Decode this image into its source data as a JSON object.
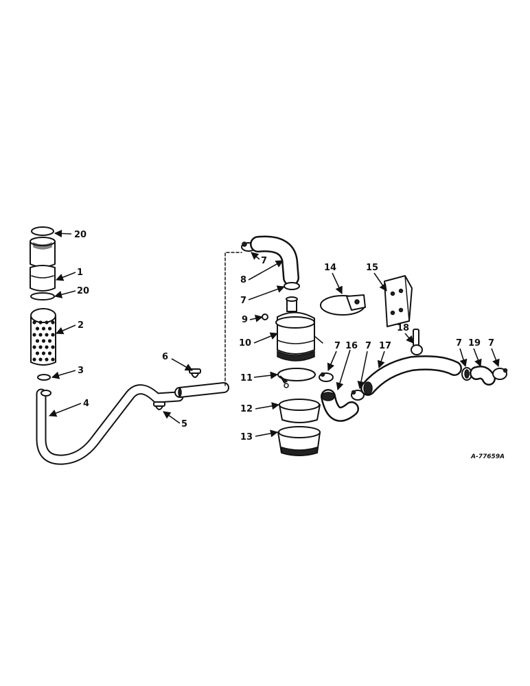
{
  "callouts": {
    "c20a": "20",
    "c1": "1",
    "c20b": "20",
    "c2": "2",
    "c3": "3",
    "c4": "4",
    "c5": "5",
    "c6": "6",
    "c7a": "7",
    "c8": "8",
    "c7b": "7",
    "c9": "9",
    "c10": "10",
    "c11": "11",
    "c12": "12",
    "c13": "13",
    "c14": "14",
    "c15": "15",
    "c7c": "7",
    "c16": "16",
    "c7d": "7",
    "c17": "17",
    "c18": "18",
    "c7e": "7",
    "c19": "19",
    "c7f": "7"
  },
  "reference": "A-77659A"
}
